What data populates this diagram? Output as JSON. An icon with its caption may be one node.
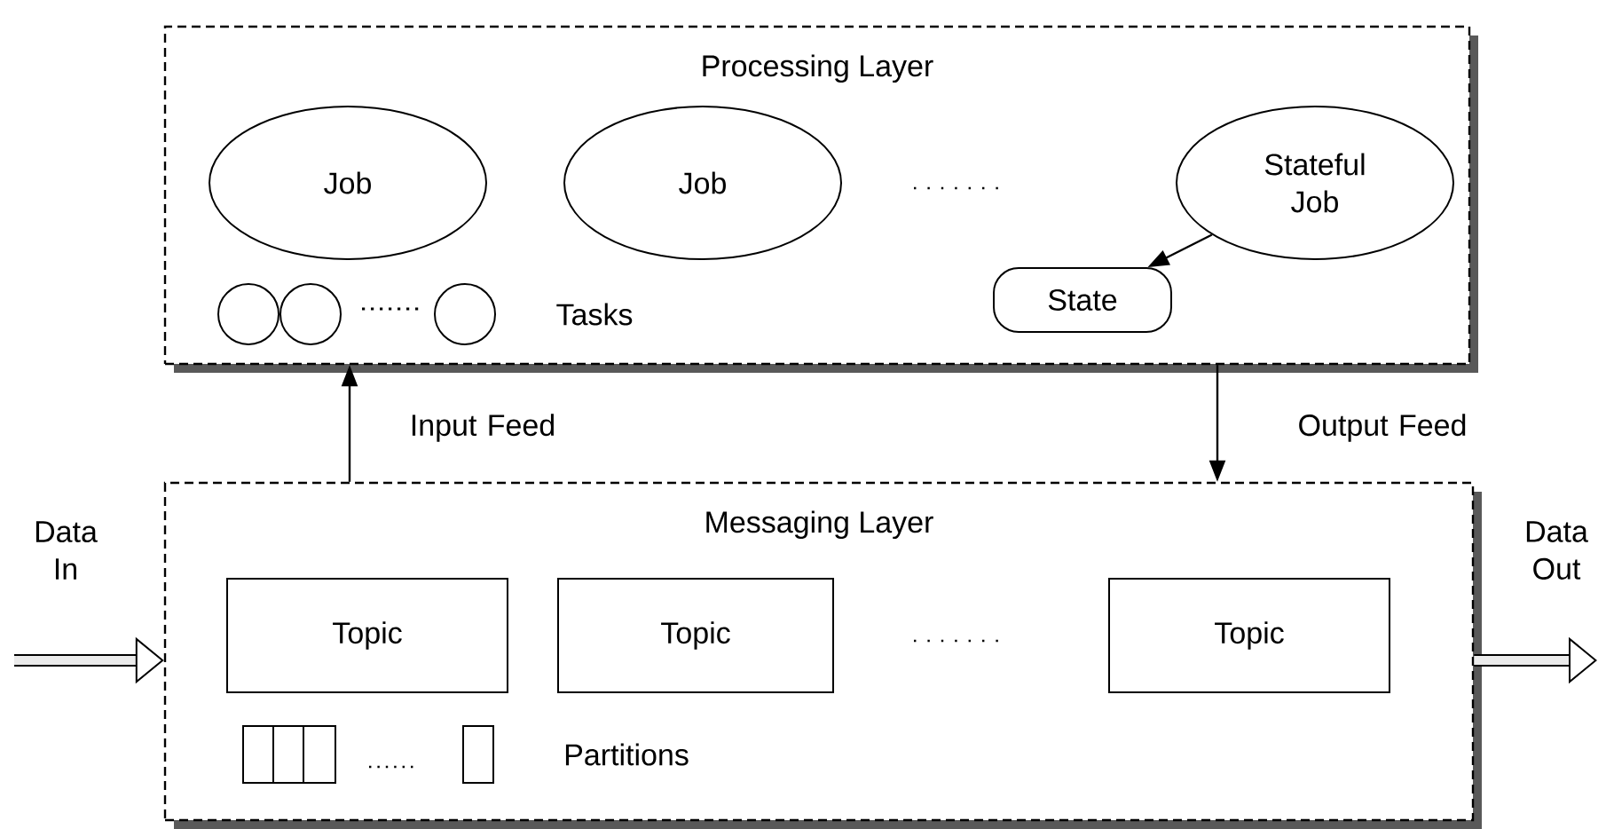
{
  "diagram": {
    "nodes": [
      {
        "text": [
          "Processing Layer"
        ]
      },
      {
        "text": [
          "Job"
        ],
        "in": 0
      },
      {
        "text": [
          "Job"
        ],
        "in": 0
      },
      {
        "text": [
          "Stateful Job"
        ],
        "in": 0
      },
      {
        "text": [
          "State"
        ],
        "in": 0
      },
      {
        "text": [
          "Messaging Layer"
        ]
      },
      {
        "text": [
          "Topic"
        ],
        "in": 5
      },
      {
        "text": [
          "Topic"
        ],
        "in": 5
      },
      {
        "text": [
          "Topic"
        ],
        "in": 5
      }
    ],
    "edges": [
      {
        "from": 3,
        "to": 4,
        "arrow": "to"
      },
      {
        "from": 5,
        "to": 0,
        "arrow": "to",
        "label": "Input Feed"
      },
      {
        "from": 0,
        "to": 5,
        "arrow": "to",
        "label": "Output Feed"
      },
      {
        "from": null,
        "to": 5,
        "arrow": "to",
        "label": "Data In",
        "style": "thick"
      },
      {
        "from": 5,
        "to": null,
        "arrow": "to",
        "label": "Data Out",
        "style": "thick"
      }
    ],
    "labels": [
      "Tasks",
      "Partitions"
    ]
  }
}
